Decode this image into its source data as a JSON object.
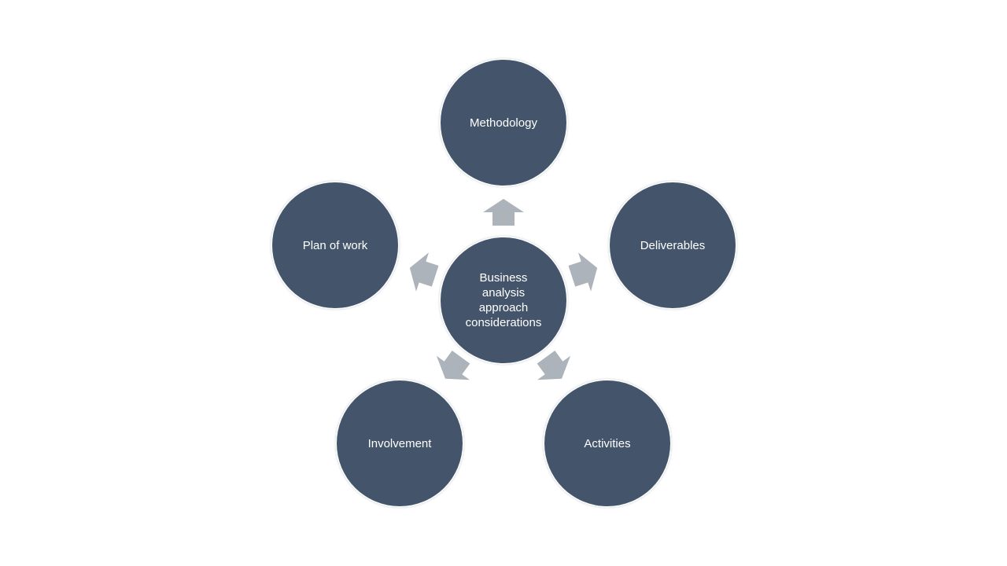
{
  "center": {
    "label": "Business\nanalysis\napproach\nconsiderations"
  },
  "nodes": [
    {
      "id": "methodology",
      "label": "Methodology"
    },
    {
      "id": "deliverables",
      "label": "Deliverables"
    },
    {
      "id": "activities",
      "label": "Activities"
    },
    {
      "id": "involvement",
      "label": "Involvement"
    },
    {
      "id": "plan-of-work",
      "label": "Plan of work"
    }
  ],
  "colors": {
    "node_fill": "#44546a",
    "arrow_fill": "#adb3ba",
    "text": "#ffffff",
    "background": "#ffffff"
  }
}
